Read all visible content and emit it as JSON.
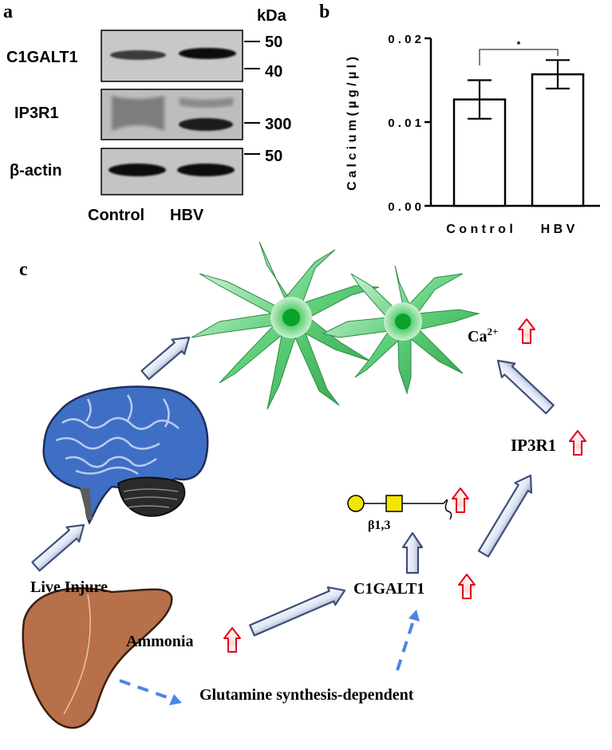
{
  "panel_a": {
    "label": "a",
    "kda_header": "kDa",
    "rows": [
      {
        "name": "C1GALT1",
        "markers": [
          "50",
          "40"
        ]
      },
      {
        "name": "IP3R1",
        "markers": [
          "300"
        ]
      },
      {
        "name": "β-actin",
        "markers": [
          "50"
        ]
      }
    ],
    "lanes": [
      "Control",
      "HBV"
    ]
  },
  "panel_b": {
    "label": "b",
    "significance": "*"
  },
  "chart_data": {
    "type": "bar",
    "categories": [
      "Control",
      "HBV"
    ],
    "category_labels": [
      "C o n t r o l",
      "H B V"
    ],
    "values": [
      0.0127,
      0.0157
    ],
    "errors": [
      0.0023,
      0.0017
    ],
    "ylabel": "C a l c i u m   ( µ g / µ l )",
    "ylim": [
      0,
      0.02
    ],
    "yticks": [
      "0 . 0 0",
      "0 . 0 1",
      "0 . 0 2"
    ],
    "bar_fill": "#ffffff",
    "bar_stroke": "#000000",
    "grid": false
  },
  "panel_c": {
    "label": "c",
    "texts": {
      "ca": "Ca",
      "ca_sup": "2+",
      "ip3r1": "IP3R1",
      "beta": "β1,3",
      "c1galt1": "C1GALT1",
      "live_injure": "Live Injure",
      "ammonia": "Ammonia",
      "glutamine": "Glutamine synthesis-dependent"
    },
    "colors": {
      "up_arrow": "#e0001b",
      "flow_arrow": "#3f4f7a",
      "dashed_arrow": "#4a86e8",
      "astrocyte": "#2fbf4a",
      "brain": "#3f6fc4",
      "cerebellum": "#222222",
      "liver": "#b8704a",
      "galactose": "#f5e600",
      "galnac": "#f5e600"
    }
  }
}
